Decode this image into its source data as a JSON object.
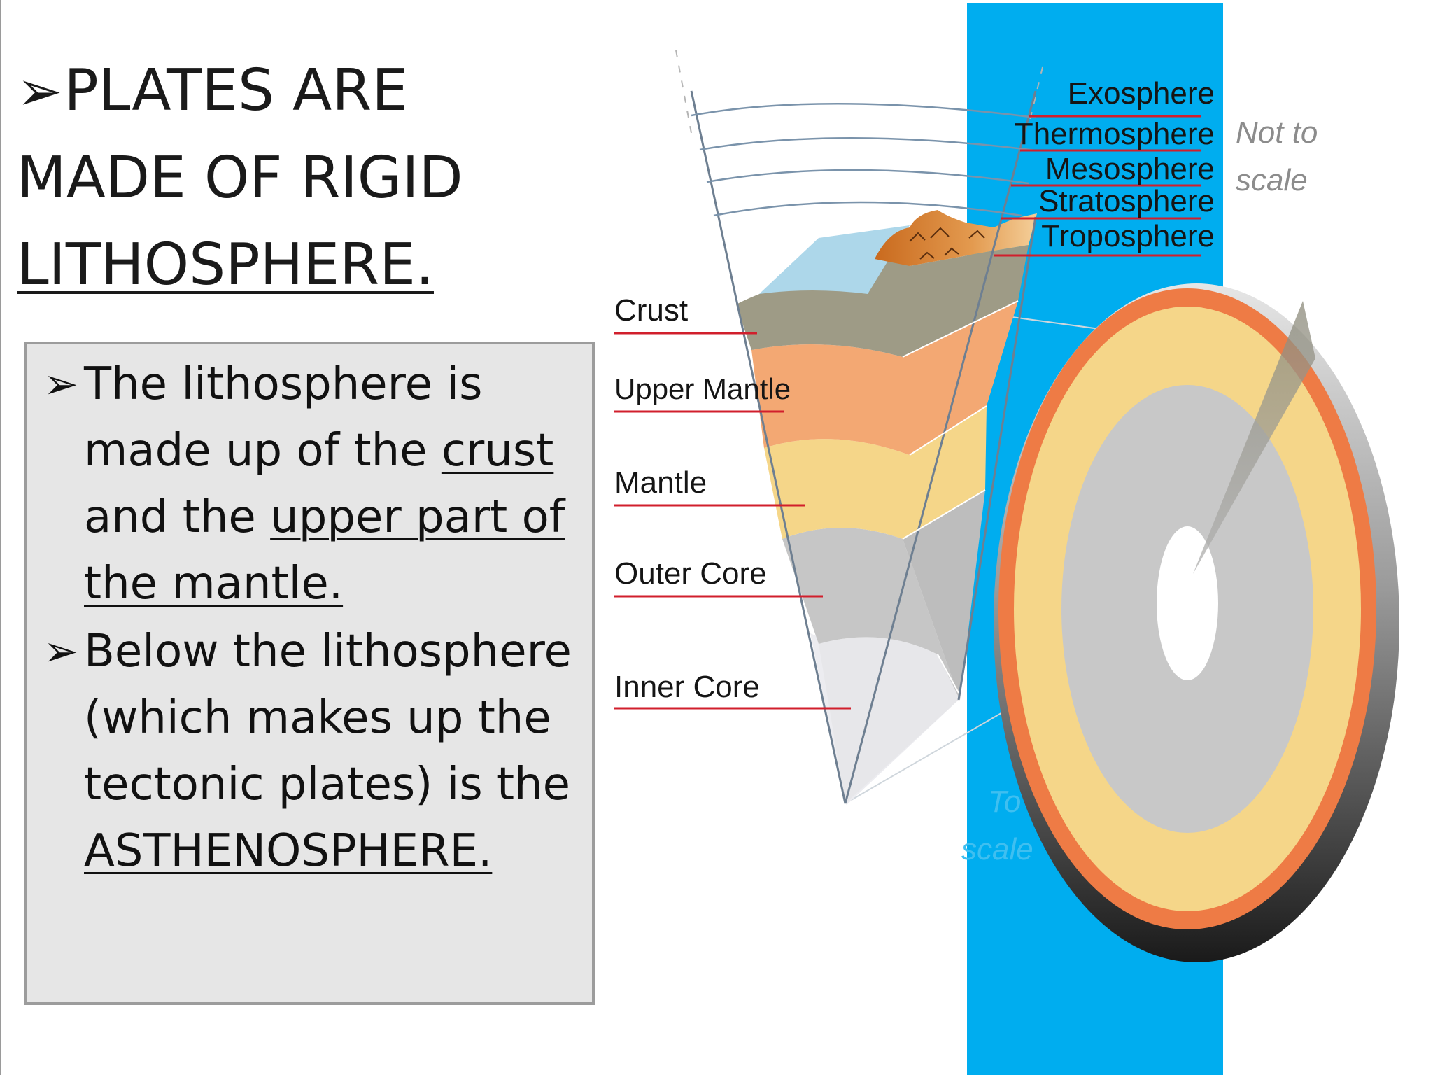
{
  "title": {
    "bullet": "➢",
    "line1": "PLATES ARE",
    "line2": "MADE OF RIGID",
    "line3": "LITHOSPHERE."
  },
  "bullets": {
    "b1": {
      "arrow": "➢",
      "line1": "The lithosphere is",
      "line2a": "made up of the ",
      "line2b": "crust",
      "line3a": "and the ",
      "line3b": "upper part of",
      "line4": "the mantle."
    },
    "b2": {
      "arrow": "➢",
      "line1": "Below the lithosphere",
      "line2": "(which makes up the",
      "line3": "tectonic plates) is the",
      "line4": "ASTHENOSPHERE."
    }
  },
  "diagram": {
    "earth_layers": [
      "Crust",
      "Upper Mantle",
      "Mantle",
      "Outer Core",
      "Inner Core"
    ],
    "atmosphere_layers": [
      "Exosphere",
      "Thermosphere",
      "Mesosphere",
      "Stratosphere",
      "Troposphere"
    ],
    "not_to_scale": [
      "Not to",
      "scale"
    ],
    "to_scale": [
      "To",
      "scale"
    ],
    "colors": {
      "band": "#00adef",
      "crust": "#9e9b86",
      "upper_mantle": "#f3a873",
      "mantle": "#f5d689",
      "outer_core": "#c6c6c6",
      "inner_core": "#ececf0",
      "leader_line": "#d11f2c",
      "ocean": "#add7ea"
    }
  }
}
